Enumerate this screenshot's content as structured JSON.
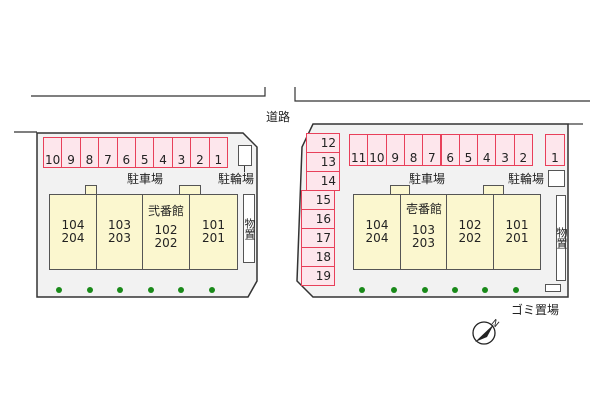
{
  "road_label": "道路",
  "lot2": {
    "building_name": "弐番館",
    "parking_label": "駐車場",
    "bicycle_label": "駐輪場",
    "storage_label": "物置",
    "stalls": [
      "10",
      "9",
      "8",
      "7",
      "6",
      "5",
      "4",
      "3",
      "2",
      "1"
    ],
    "units": [
      {
        "a": "104",
        "b": "204"
      },
      {
        "a": "103",
        "b": "203"
      },
      {
        "a": "102",
        "b": "202"
      },
      {
        "a": "101",
        "b": "201"
      }
    ]
  },
  "lot1": {
    "building_name": "壱番館",
    "parking_label": "駐車場",
    "bicycle_label": "駐輪場",
    "storage_label": "物置",
    "garbage_label": "ゴミ置場",
    "stalls": [
      "11",
      "10",
      "9",
      "8",
      "7",
      "6",
      "5",
      "4",
      "3",
      "2"
    ],
    "stall_single": "1",
    "side_stalls": [
      "12",
      "13",
      "14",
      "15",
      "16",
      "17",
      "18",
      "19"
    ],
    "units": [
      {
        "a": "104",
        "b": "204"
      },
      {
        "a": "103",
        "b": "203"
      },
      {
        "a": "102",
        "b": "202"
      },
      {
        "a": "101",
        "b": "201"
      }
    ]
  },
  "colors": {
    "stall_fill": "#fde6ec",
    "stall_border": "#e8405a",
    "building": "#fbf7cf",
    "tree": "#1a8a1a",
    "lot": "#f2f2f2"
  }
}
